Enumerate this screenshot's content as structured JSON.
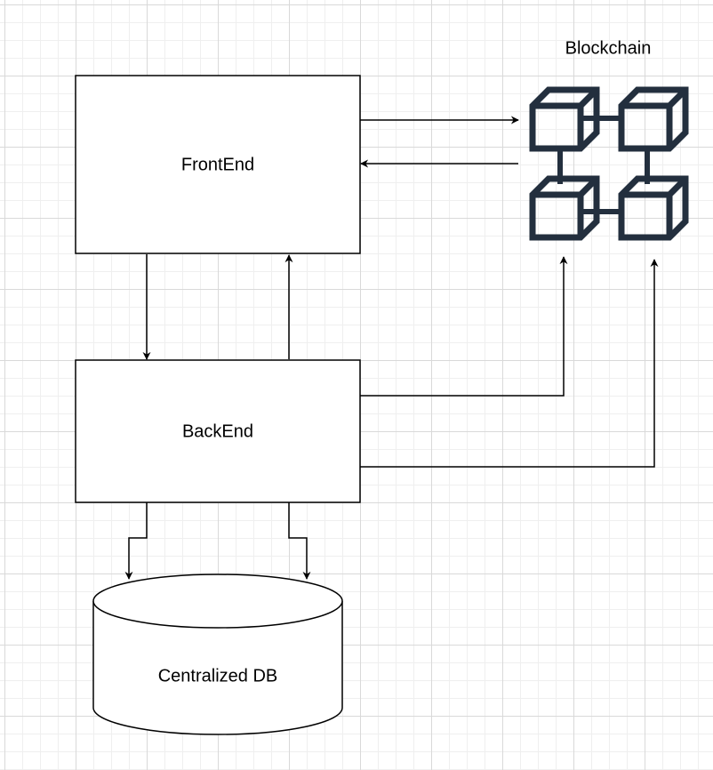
{
  "diagram": {
    "nodes": {
      "frontend": {
        "label": "FrontEnd"
      },
      "backend": {
        "label": "BackEnd"
      },
      "database": {
        "label": "Centralized DB"
      },
      "blockchain": {
        "label": "Blockchain",
        "icon": "blockchain-icon"
      }
    },
    "edges": [
      {
        "from": "frontend",
        "to": "blockchain"
      },
      {
        "from": "blockchain",
        "to": "frontend"
      },
      {
        "from": "frontend",
        "to": "backend"
      },
      {
        "from": "backend",
        "to": "frontend"
      },
      {
        "from": "backend",
        "to": "blockchain"
      },
      {
        "from": "backend",
        "to": "blockchain"
      },
      {
        "from": "backend",
        "to": "database"
      },
      {
        "from": "backend",
        "to": "database"
      }
    ],
    "colors": {
      "stroke": "#000000",
      "icon": "#232f3e",
      "grid": "#d9d9d9"
    }
  }
}
